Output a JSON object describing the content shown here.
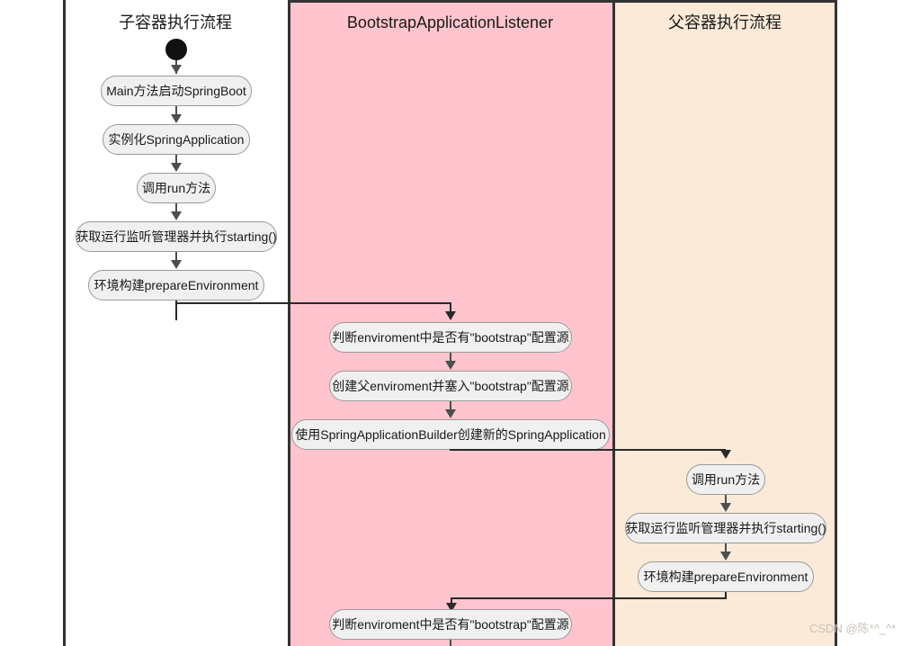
{
  "diagram": {
    "title_left": "子容器执行流程",
    "title_mid": "BootstrapApplicationListener",
    "title_right": "父容器执行流程",
    "colors": {
      "lane_left_bg": "#ffffff",
      "lane_mid_bg": "#ffc4ce",
      "lane_right_bg": "#faead7",
      "lane_border": "#333333",
      "node_bg": "#f0f0f0",
      "node_border": "#9a9a9a",
      "edge": "#4d4d4d",
      "start_dot": "#111111",
      "watermark": "#c9c3bb"
    },
    "lanes": [
      {
        "name": "child-container-lane",
        "title": "子容器执行流程",
        "nodes": [
          {
            "id": "start",
            "type": "start-dot",
            "label": ""
          },
          {
            "id": "c1",
            "type": "process",
            "label": "Main方法启动SpringBoot"
          },
          {
            "id": "c2",
            "type": "process",
            "label": "实例化SpringApplication"
          },
          {
            "id": "c3",
            "type": "process",
            "label": "调用run方法"
          },
          {
            "id": "c4",
            "type": "process",
            "label": "获取运行监听管理器并执行starting()"
          },
          {
            "id": "c5",
            "type": "process",
            "label": "环境构建prepareEnvironment"
          }
        ]
      },
      {
        "name": "bootstrap-listener-lane",
        "title": "BootstrapApplicationListener",
        "nodes": [
          {
            "id": "m1",
            "type": "process",
            "label": "判断enviroment中是否有\"bootstrap\"配置源"
          },
          {
            "id": "m2",
            "type": "process",
            "label": "创建父enviroment并塞入\"bootstrap\"配置源"
          },
          {
            "id": "m3",
            "type": "process",
            "label": "使用SpringApplicationBuilder创建新的SpringApplication"
          },
          {
            "id": "m4",
            "type": "process",
            "label": "判断enviroment中是否有\"bootstrap\"配置源"
          }
        ]
      },
      {
        "name": "parent-container-lane",
        "title": "父容器执行流程",
        "nodes": [
          {
            "id": "p1",
            "type": "process",
            "label": "调用run方法"
          },
          {
            "id": "p2",
            "type": "process",
            "label": "获取运行监听管理器并执行starting()"
          },
          {
            "id": "p3",
            "type": "process",
            "label": "环境构建prepareEnvironment"
          }
        ]
      }
    ],
    "edges": [
      {
        "from": "start",
        "to": "c1"
      },
      {
        "from": "c1",
        "to": "c2"
      },
      {
        "from": "c2",
        "to": "c3"
      },
      {
        "from": "c3",
        "to": "c4"
      },
      {
        "from": "c4",
        "to": "c5"
      },
      {
        "from": "c5",
        "to": "m1"
      },
      {
        "from": "m1",
        "to": "m2"
      },
      {
        "from": "m2",
        "to": "m3"
      },
      {
        "from": "m3",
        "to": "p1"
      },
      {
        "from": "p1",
        "to": "p2"
      },
      {
        "from": "p2",
        "to": "p3"
      },
      {
        "from": "p3",
        "to": "m4"
      }
    ]
  },
  "watermark": "CSDN @陈*^_^*"
}
